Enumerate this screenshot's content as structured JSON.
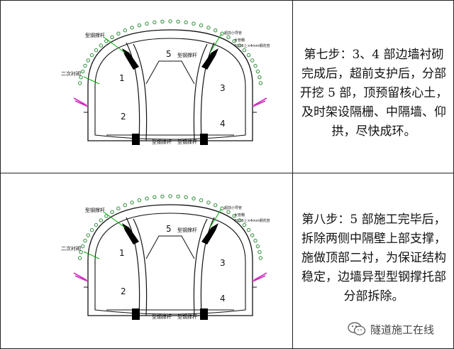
{
  "steps": [
    {
      "text": "第七步：3、4 部边墙衬砌完成后，超前支护后，分部开挖 5 部，顶预留核心土，及时架设隔栅、中隔墙、仰拱，尽快成环。",
      "labels": {
        "part1": "1",
        "part2": "2",
        "part3": "3",
        "part4": "4",
        "part5": "5",
        "strut_top": "型钢撑杆",
        "strut_bottom_left": "型钢撑杆",
        "strut_bottom_right": "型钢撑杆",
        "left_top": "型钢撑杆",
        "lining": "二次衬砌",
        "note1": "超前小导管",
        "note2": "大管棚",
        "note3": "Φ108上×4mm钢花管"
      }
    },
    {
      "text": "第八步：5 部施工完毕后，拆除两侧中隔壁上部支撑，施做顶部二衬，为保证结构稳定，边墙异型型钢撑托部分部拆除。",
      "labels": {
        "part1": "1",
        "part2": "2",
        "part3": "3",
        "part4": "4",
        "part5": "5",
        "strut_top": "型钢撑杆",
        "strut_bottom_left": "型钢撑杆",
        "strut_bottom_right": "型钢撑杆",
        "left_top": "型钢撑杆",
        "lining": "二次衬砌",
        "note1": "超前小导管",
        "note2": "大管棚",
        "note3": "Φ108上×4mm钢花管"
      }
    }
  ],
  "watermark": {
    "text": "隧道施工在线",
    "icon": "wechat-icon"
  },
  "colors": {
    "dots": "#2e8b3a",
    "leaders": "#00b000",
    "anchors": "#d030c0",
    "lines": "#111111"
  }
}
